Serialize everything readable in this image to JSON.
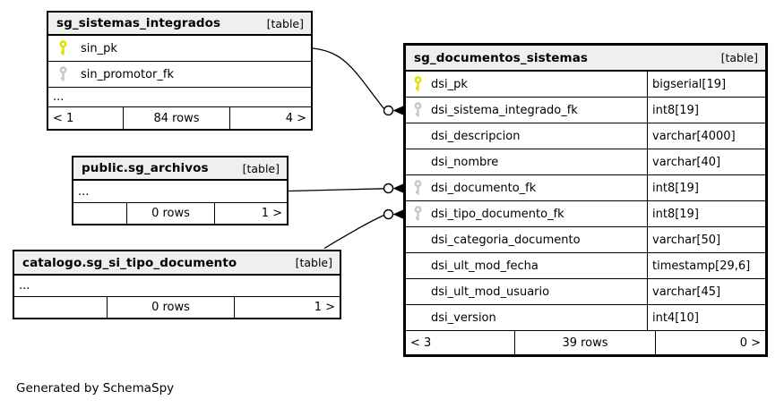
{
  "generator": "Generated by SchemaSpy",
  "colors": {
    "header_bg": "#efefef",
    "pk_key": "#e1e100",
    "fk_key": "#c8c8c8",
    "line": "#000000"
  },
  "tables": [
    {
      "name": "sg_sistemas_integrados",
      "tag": "[table]",
      "columns": [
        {
          "name": "sin_pk",
          "key": "pk"
        },
        {
          "name": "sin_promotor_fk",
          "key": "fk"
        }
      ],
      "ellipsis": "...",
      "footer": {
        "left": "< 1",
        "center": "84 rows",
        "right": "4 >"
      }
    },
    {
      "name": "public.sg_archivos",
      "tag": "[table]",
      "columns": [],
      "ellipsis": "...",
      "footer": {
        "left": "",
        "center": "0 rows",
        "right": "1 >"
      }
    },
    {
      "name": "catalogo.sg_si_tipo_documento",
      "tag": "[table]",
      "columns": [],
      "ellipsis": "...",
      "footer": {
        "left": "",
        "center": "0 rows",
        "right": "1 >"
      }
    },
    {
      "name": "sg_documentos_sistemas",
      "tag": "[table]",
      "columns": [
        {
          "name": "dsi_pk",
          "type": "bigserial[19]",
          "key": "pk"
        },
        {
          "name": "dsi_sistema_integrado_fk",
          "type": "int8[19]",
          "key": "fk"
        },
        {
          "name": "dsi_descripcion",
          "type": "varchar[4000]"
        },
        {
          "name": "dsi_nombre",
          "type": "varchar[40]"
        },
        {
          "name": "dsi_documento_fk",
          "type": "int8[19]",
          "key": "fk"
        },
        {
          "name": "dsi_tipo_documento_fk",
          "type": "int8[19]",
          "key": "fk"
        },
        {
          "name": "dsi_categoria_documento",
          "type": "varchar[50]"
        },
        {
          "name": "dsi_ult_mod_fecha",
          "type": "timestamp[29,6]"
        },
        {
          "name": "dsi_ult_mod_usuario",
          "type": "varchar[45]"
        },
        {
          "name": "dsi_version",
          "type": "int4[10]"
        }
      ],
      "footer": {
        "left": "< 3",
        "center": "39 rows",
        "right": "0 >"
      }
    }
  ]
}
